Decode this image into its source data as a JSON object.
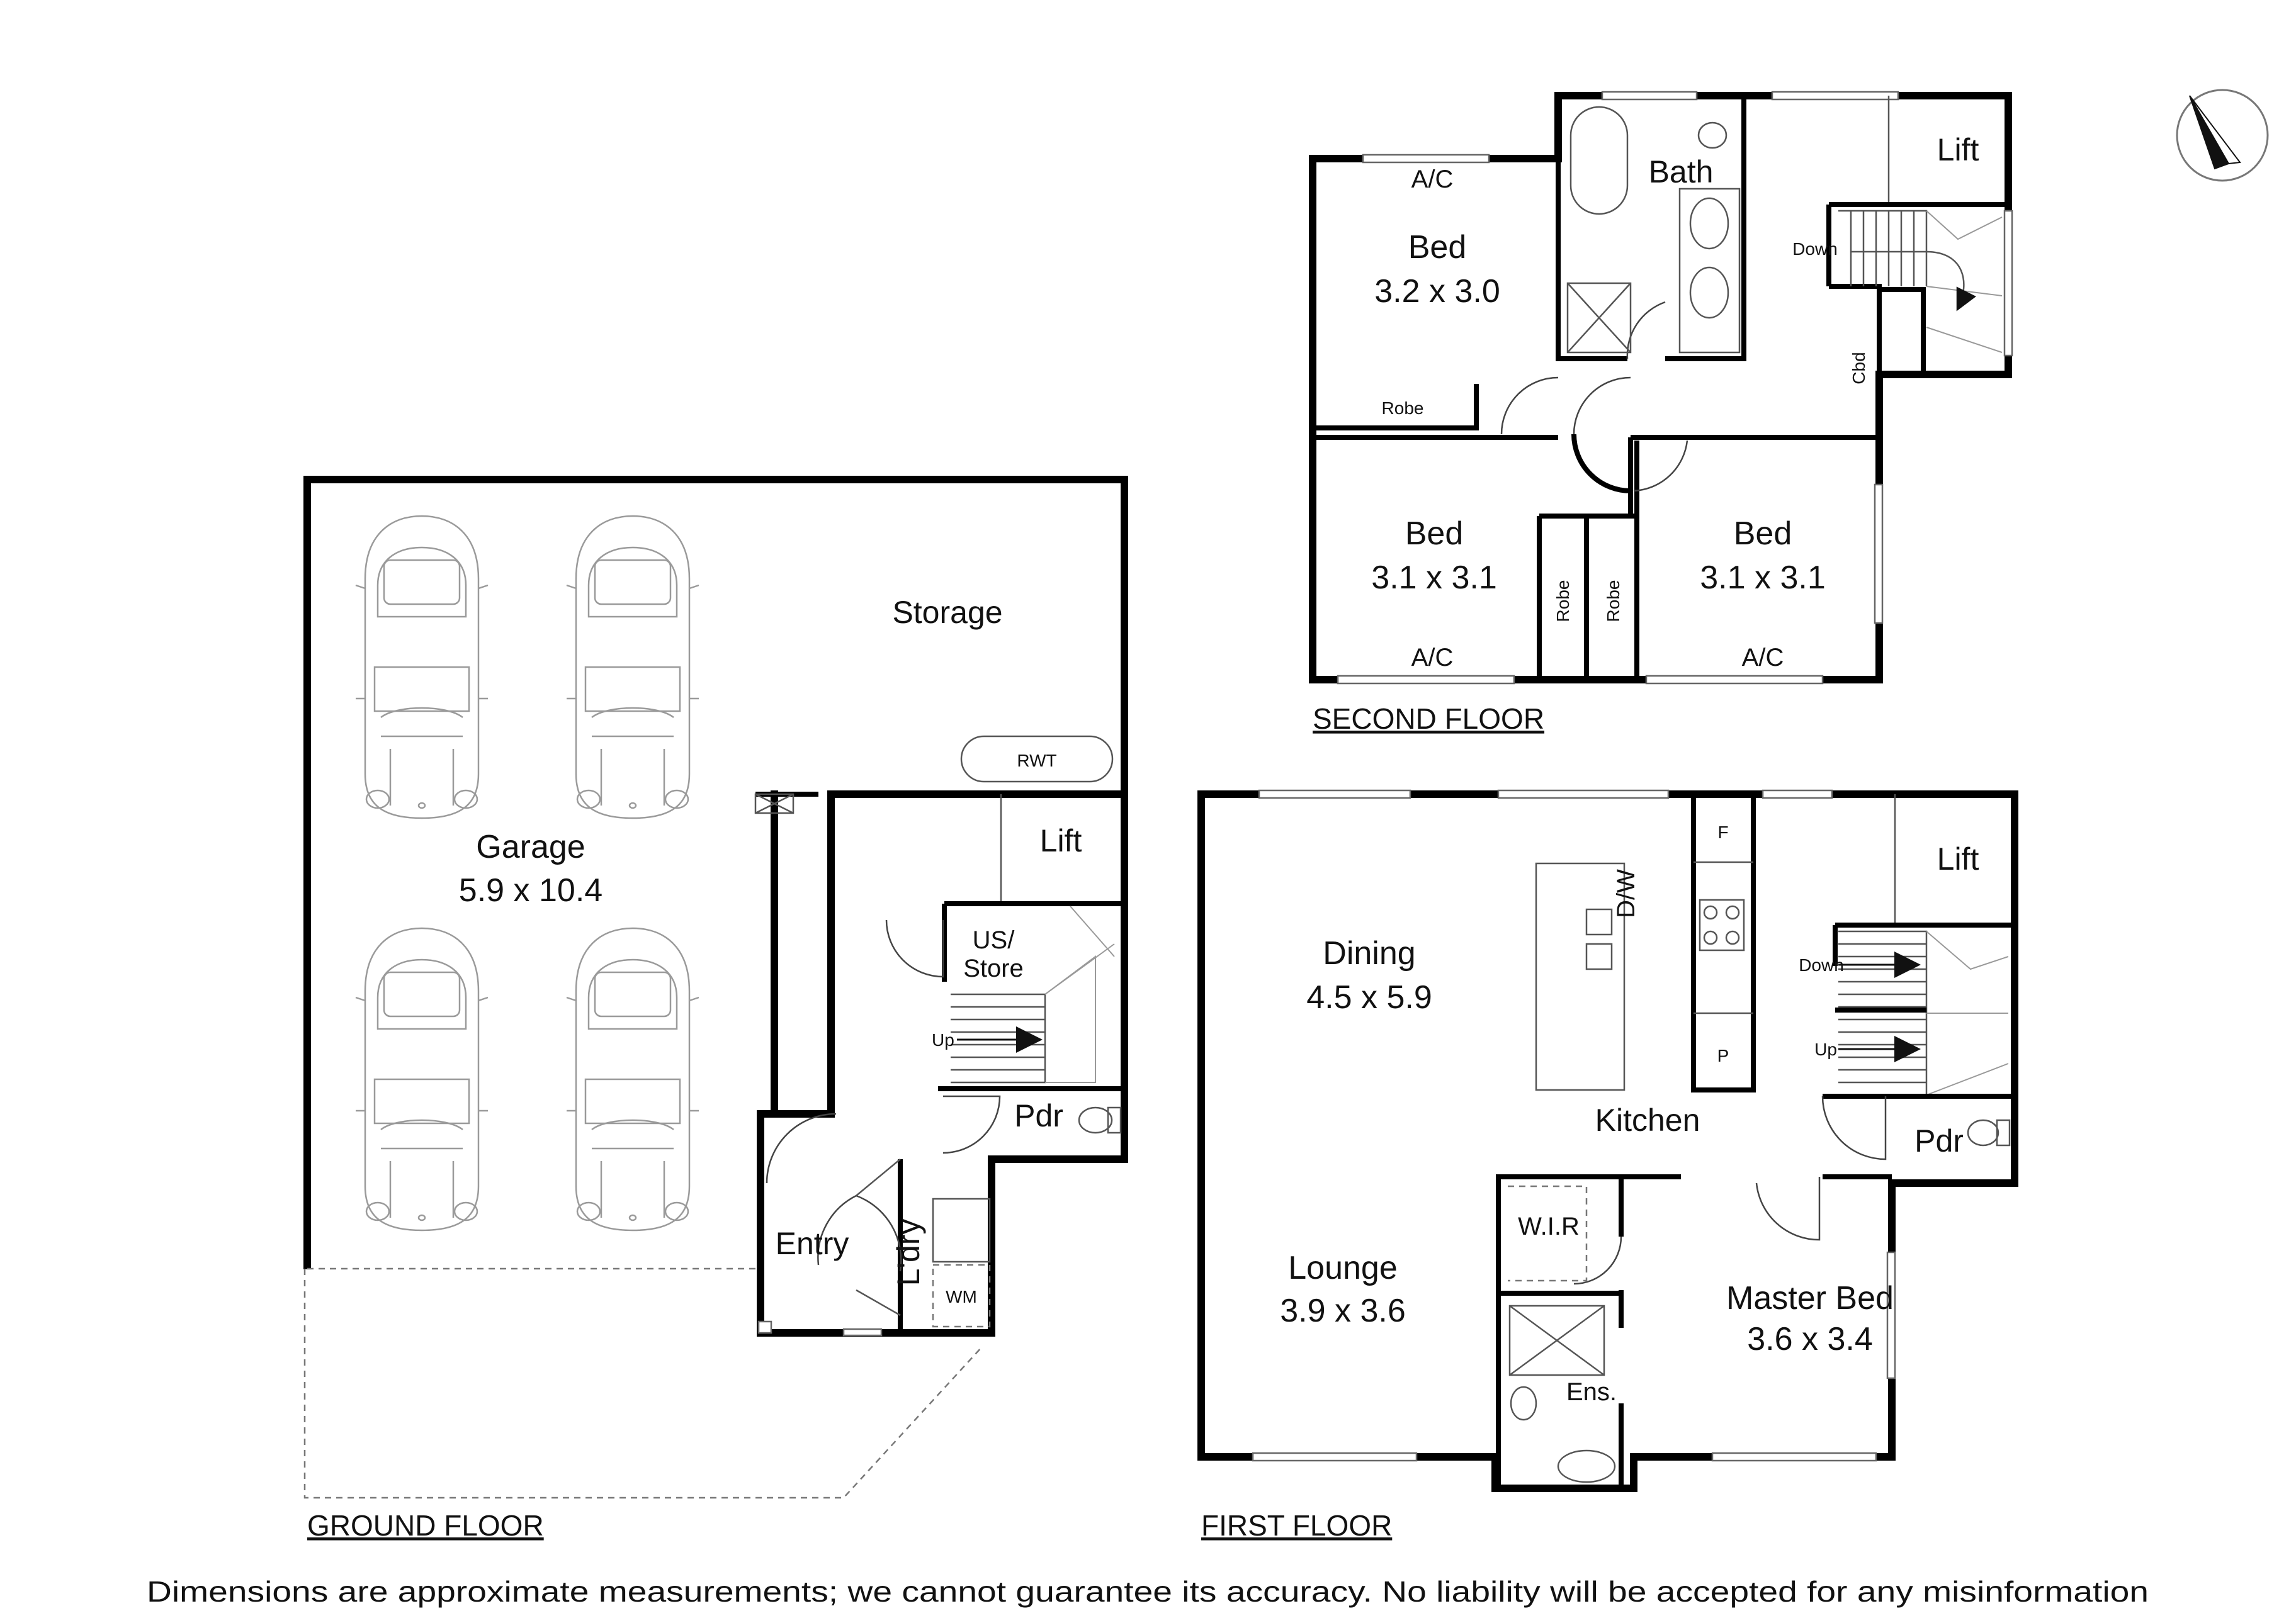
{
  "floors": {
    "ground": "GROUND FLOOR",
    "first": "FIRST FLOOR",
    "second": "SECOND FLOOR"
  },
  "ground": {
    "garage_name": "Garage",
    "garage_dim": "5.9 x 10.4",
    "storage": "Storage",
    "rwt": "RWT",
    "lift": "Lift",
    "us_store_1": "US/",
    "us_store_2": "Store",
    "up": "Up",
    "pdr": "Pdr",
    "entry": "Entry",
    "laundry": "L'dry",
    "wm": "WM"
  },
  "first": {
    "dining_name": "Dining",
    "dining_dim": "4.5 x 5.9",
    "dw": "D/W",
    "fridge": "F",
    "pantry": "P",
    "lift": "Lift",
    "down": "Down",
    "up": "Up",
    "kitchen": "Kitchen",
    "pdr": "Pdr",
    "wir": "W.I.R",
    "lounge_name": "Lounge",
    "lounge_dim": "3.9 x 3.6",
    "master_name": "Master Bed",
    "master_dim": "3.6 x 3.4",
    "ens": "Ens."
  },
  "second": {
    "ac": "A/C",
    "bed": "Bed",
    "bed1_dim": "3.2 x 3.0",
    "bath": "Bath",
    "lift": "Lift",
    "down": "Down",
    "robe": "Robe",
    "cbd": "Cbd",
    "bed2_dim": "3.1 x 3.1",
    "bed3_dim": "3.1 x 3.1"
  },
  "disclaimer": "Dimensions are approximate measurements; we cannot guarantee its accuracy. No liability will be accepted for any misinformation"
}
